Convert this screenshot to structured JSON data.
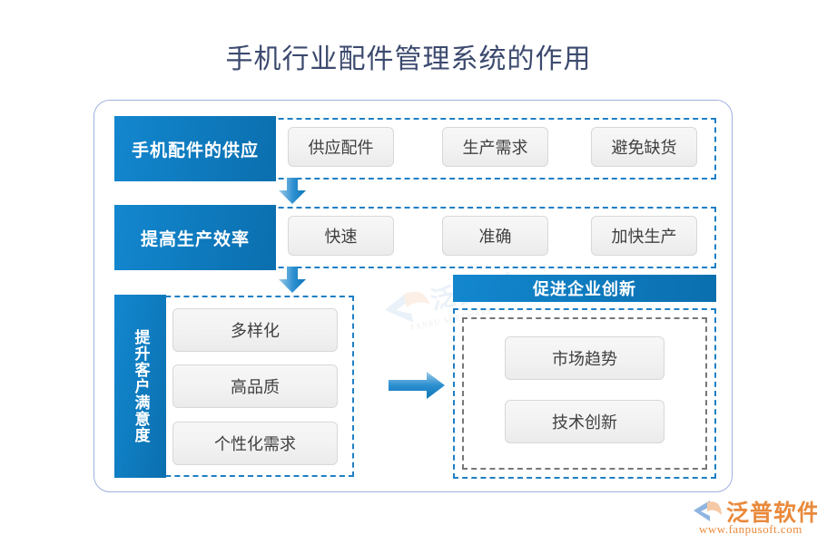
{
  "title": "手机行业配件管理系统的作用",
  "colors": {
    "title_text": "#3c4a6e",
    "header_blue": "#0f7cc0",
    "frame_border": "#9fb0df",
    "dashed_blue": "#1f7fc4",
    "dashed_gray": "#777777",
    "box_fill": "#f2f2f2",
    "box_border": "#d8d8d8",
    "brand_orange": "#e98a3c"
  },
  "rows": [
    {
      "header": "手机配件的供应",
      "items": [
        "供应配件",
        "生产需求",
        "避免缺货"
      ]
    },
    {
      "header": "提高生产效率",
      "items": [
        "快速",
        "准确",
        "加快生产"
      ]
    }
  ],
  "bottom": {
    "left": {
      "header": "提升客户满意度",
      "items": [
        "多样化",
        "高品质",
        "个性化需求"
      ]
    },
    "right": {
      "header": "促进企业创新",
      "items": [
        "市场趋势",
        "技术创新"
      ]
    }
  },
  "icons": {
    "arrow_down_1": "arrow-down-icon",
    "arrow_down_2": "arrow-down-icon",
    "arrow_right": "arrow-right-icon",
    "watermark": "fanpu-watermark-icon",
    "brand_mark": "fanpu-logo-icon"
  },
  "brand": {
    "name": "泛普软件",
    "url": "www.fanpusoft.com"
  }
}
